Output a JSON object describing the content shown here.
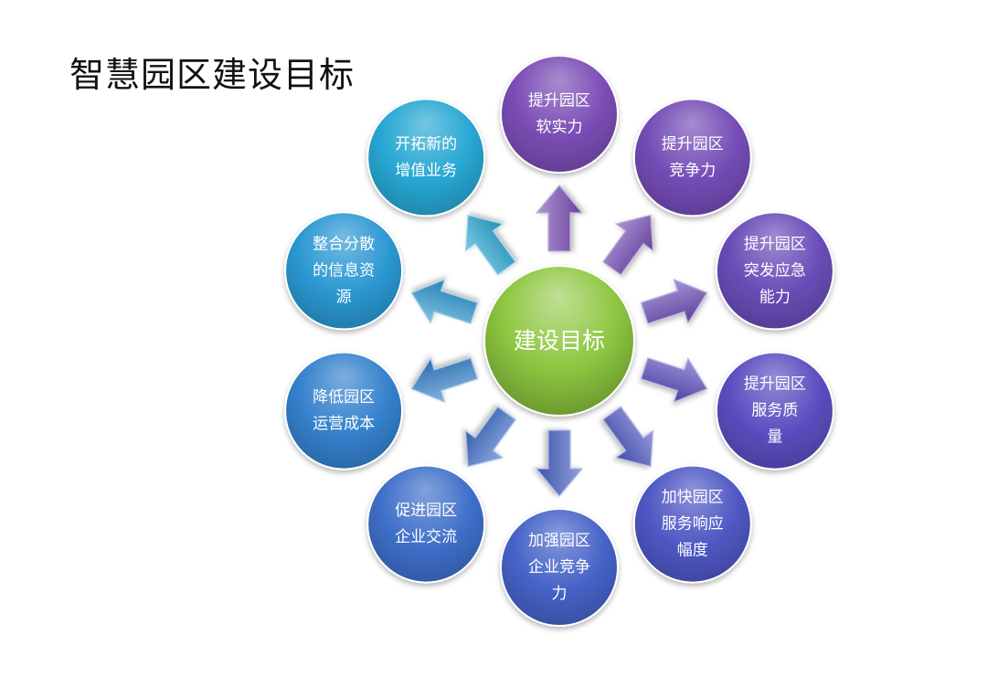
{
  "title": "智慧园区建设目标",
  "center": {
    "label": "建设目标",
    "color": "#8cc63f"
  },
  "goals": [
    {
      "lines": [
        "提升园区",
        "软实力"
      ],
      "color": "#7b4db5"
    },
    {
      "lines": [
        "提升园区",
        "竞争力"
      ],
      "color": "#744cb6"
    },
    {
      "lines": [
        "提升园区",
        "突发应急",
        "能力"
      ],
      "color": "#6a4cb8"
    },
    {
      "lines": [
        "提升园区",
        "服务质",
        "量"
      ],
      "color": "#5a4ec0"
    },
    {
      "lines": [
        "加快园区",
        "服务响应",
        "幅度"
      ],
      "color": "#4f58c4"
    },
    {
      "lines": [
        "加强园区",
        "企业竞争",
        "力"
      ],
      "color": "#4663c7"
    },
    {
      "lines": [
        "促进园区",
        "企业交流"
      ],
      "color": "#3e6fc9"
    },
    {
      "lines": [
        "降低园区",
        "运营成本"
      ],
      "color": "#3581cd"
    },
    {
      "lines": [
        "整合分散",
        "的信息资",
        "源"
      ],
      "color": "#2b98d2"
    },
    {
      "lines": [
        "开拓新的",
        "增值业务"
      ],
      "color": "#27a7d3"
    }
  ]
}
